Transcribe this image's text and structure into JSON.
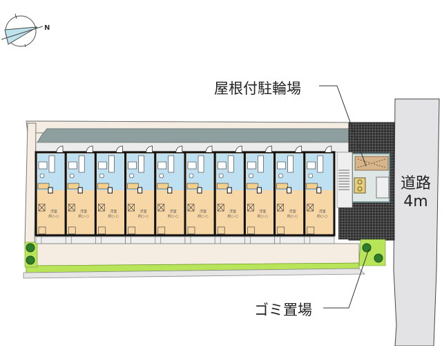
{
  "compass": {
    "icon": "north-arrow-icon",
    "letter": "N"
  },
  "labels": {
    "bike_parking": "屋根付駐輪場",
    "garbage": "ゴミ置場",
    "road_name": "道路",
    "road_width": "4m"
  },
  "units": [
    {
      "room": "洋室",
      "size": "約○-○"
    },
    {
      "room": "洋室",
      "size": "約○-○"
    },
    {
      "room": "洋室",
      "size": "約○-○"
    },
    {
      "room": "洋室",
      "size": "約○-○"
    },
    {
      "room": "洋室",
      "size": "約○-○"
    },
    {
      "room": "洋室",
      "size": "約○-○"
    },
    {
      "room": "洋室",
      "size": "約○-○"
    },
    {
      "room": "洋室",
      "size": "約○-○"
    },
    {
      "room": "洋室",
      "size": "約○-○"
    },
    {
      "room": "洋室",
      "size": "約○-○"
    }
  ],
  "colors": {
    "room": "#f8d7a6",
    "wet_area": "#bfe0f0",
    "wall": "#111111",
    "paving": "#f6ede2",
    "eave": "#8e9fa0",
    "grass": "#b8e45a",
    "tree": "#2e7d2a",
    "road": "#e3e3e6",
    "mesh": "#3c3c3c",
    "bike": "#d8b48a",
    "bin": "#e6cf78"
  }
}
